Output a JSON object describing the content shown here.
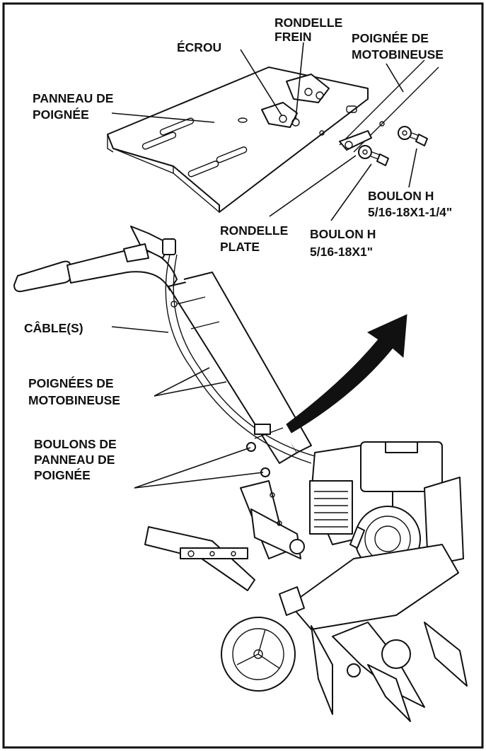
{
  "labels": {
    "rondelle_frein_1": "RONDELLE",
    "rondelle_frein_2": "FREIN",
    "ecrou": "ÉCROU",
    "poignee_motobineuse_1": "POIGNÉE DE",
    "poignee_motobineuse_2": "MOTOBINEUSE",
    "panneau_poignee_1": "PANNEAU DE",
    "panneau_poignee_2": "POIGNÉE",
    "boulon_long_1": "BOULON H",
    "boulon_long_2": "5/16-18X1-1/4\"",
    "rondelle_plate_1": "RONDELLE",
    "rondelle_plate_2": "PLATE",
    "boulon_court_1": "BOULON H",
    "boulon_court_2": "5/16-18X1\"",
    "cables": "CÂBLE(S)",
    "poignees_motobineuse_1": "POIGNÉES DE",
    "poignees_motobineuse_2": "MOTOBINEUSE",
    "boulons_panneau_1": "BOULONS DE",
    "boulons_panneau_2": "PANNEAU DE",
    "boulons_panneau_3": "POIGNÉE"
  }
}
